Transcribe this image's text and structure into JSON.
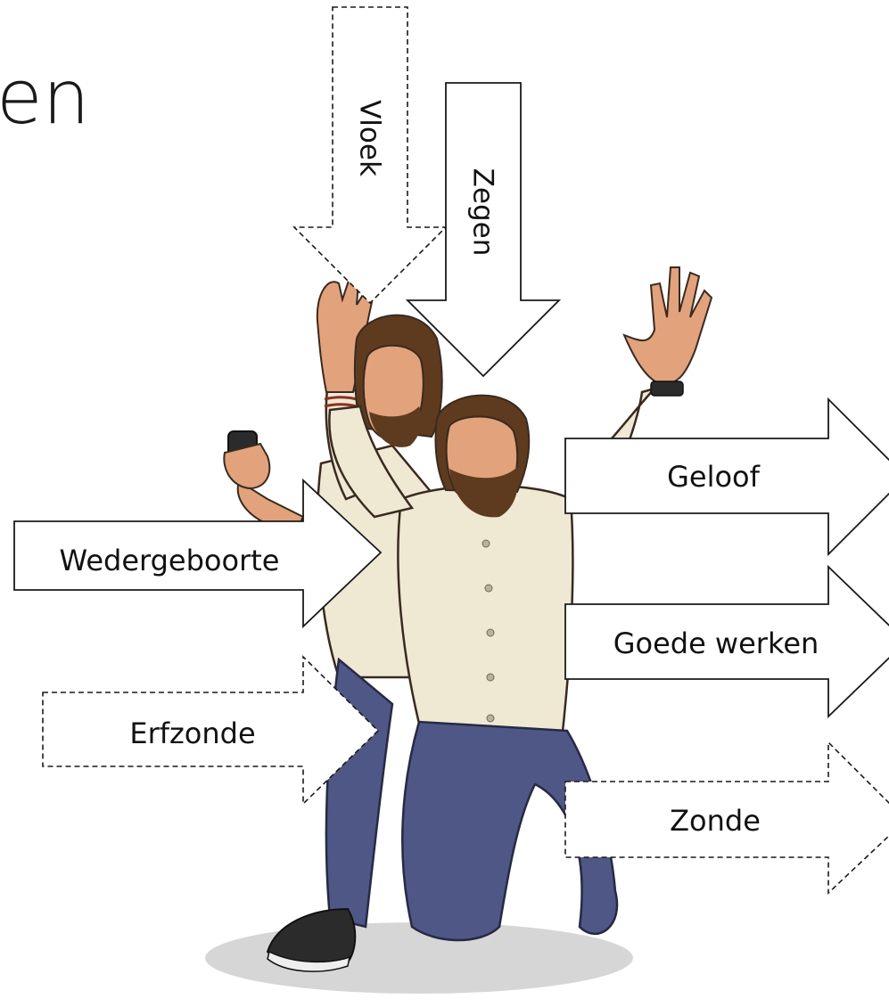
{
  "title_fragment": "en",
  "arrows": {
    "vloek": "Vloek",
    "zegen": "Zegen",
    "geloof": "Geloof",
    "wedergeboorte": "Wedergeboorte",
    "goede_werken": "Goede werken",
    "erfzonde": "Erfzonde",
    "zonde": "Zonde"
  },
  "colors": {
    "arrow_stroke": "#1a1a1a",
    "shirt": "#efe9d4",
    "jeans": "#4f5786",
    "skin": "#e2a27c",
    "hair": "#5e3b1e"
  },
  "icons": {
    "phone": "phone-icon",
    "watch": "watch-icon",
    "shoe": "sneaker-icon"
  }
}
